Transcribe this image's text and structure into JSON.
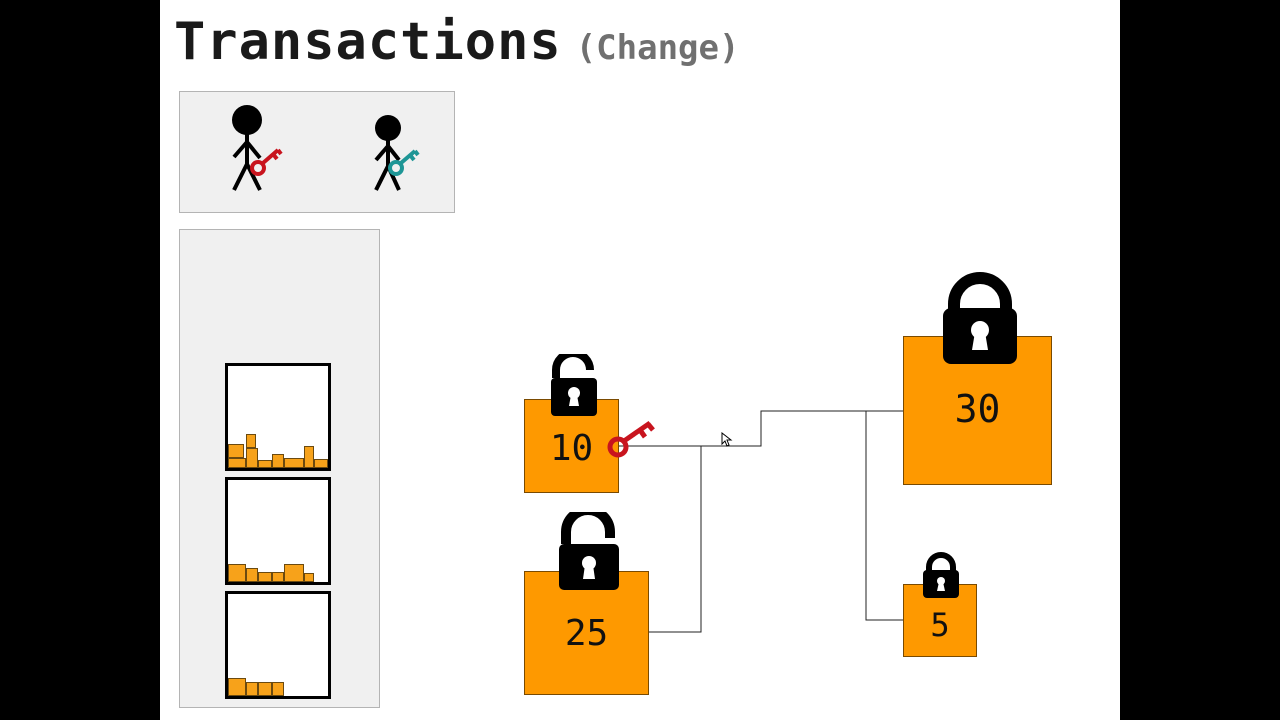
{
  "title": {
    "main": "Transactions",
    "sub": "(Change)"
  },
  "colors": {
    "coin": "#fe9900",
    "bar": "#f7a21a",
    "key_red": "#c8141e",
    "key_teal": "#1e9696",
    "panel": "#f0f0f0"
  },
  "users": [
    {
      "icon": "stick-figure-icon",
      "key_color": "red"
    },
    {
      "icon": "stick-figure-icon",
      "key_color": "teal"
    }
  ],
  "blocks": [
    {
      "bars": [
        [
          10,
          2
        ],
        [
          20,
          1
        ],
        [
          8,
          0
        ],
        [
          14,
          0
        ],
        [
          10,
          0
        ],
        [
          22,
          0
        ],
        [
          9,
          0
        ]
      ]
    },
    {
      "bars": [
        [
          18,
          0
        ],
        [
          14,
          0
        ],
        [
          10,
          0
        ],
        [
          10,
          0
        ],
        [
          18,
          0
        ],
        [
          9,
          0
        ]
      ]
    },
    {
      "bars": [
        [
          18,
          0
        ],
        [
          14,
          0
        ],
        [
          14,
          0
        ],
        [
          14,
          0
        ]
      ]
    }
  ],
  "coins": [
    {
      "value": "10",
      "lock": "unlocked"
    },
    {
      "value": "25",
      "lock": "unlocked"
    },
    {
      "value": "30",
      "lock": "locked"
    },
    {
      "value": "5",
      "lock": "locked"
    }
  ]
}
